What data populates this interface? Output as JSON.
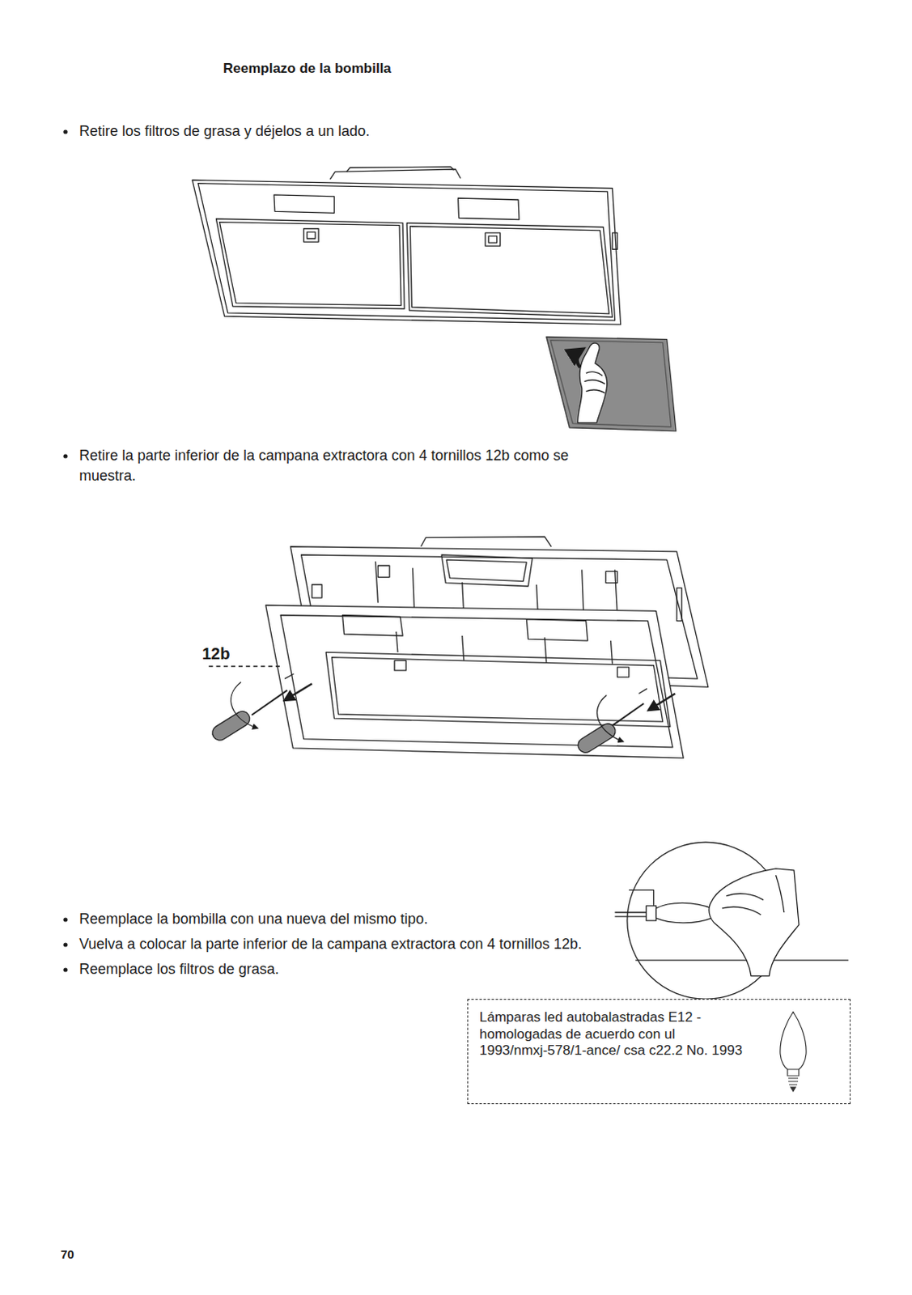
{
  "diagram": {
    "title": "Reemplazo de la bombilla",
    "nodes": [
      {
        "text": [
          "Lámparas led autobalastradas E12 - homologadas de acuerdo con ul 1993/nmxj-578/1-ance/ csa c22.2 No. 1993"
        ]
      }
    ],
    "labels": [
      "Retire los filtros de grasa y déjelos a un lado.",
      "Retire la parte inferior de la campana extractora con 4 tornillos 12b como se muestra.",
      "12b",
      "Reemplace la bombilla con una nueva del mismo tipo.",
      "Vuelva a colocar la parte inferior de la campana extractora con 4 tornillos 12b.",
      "Reemplace los filtros de grasa.",
      "70"
    ]
  }
}
